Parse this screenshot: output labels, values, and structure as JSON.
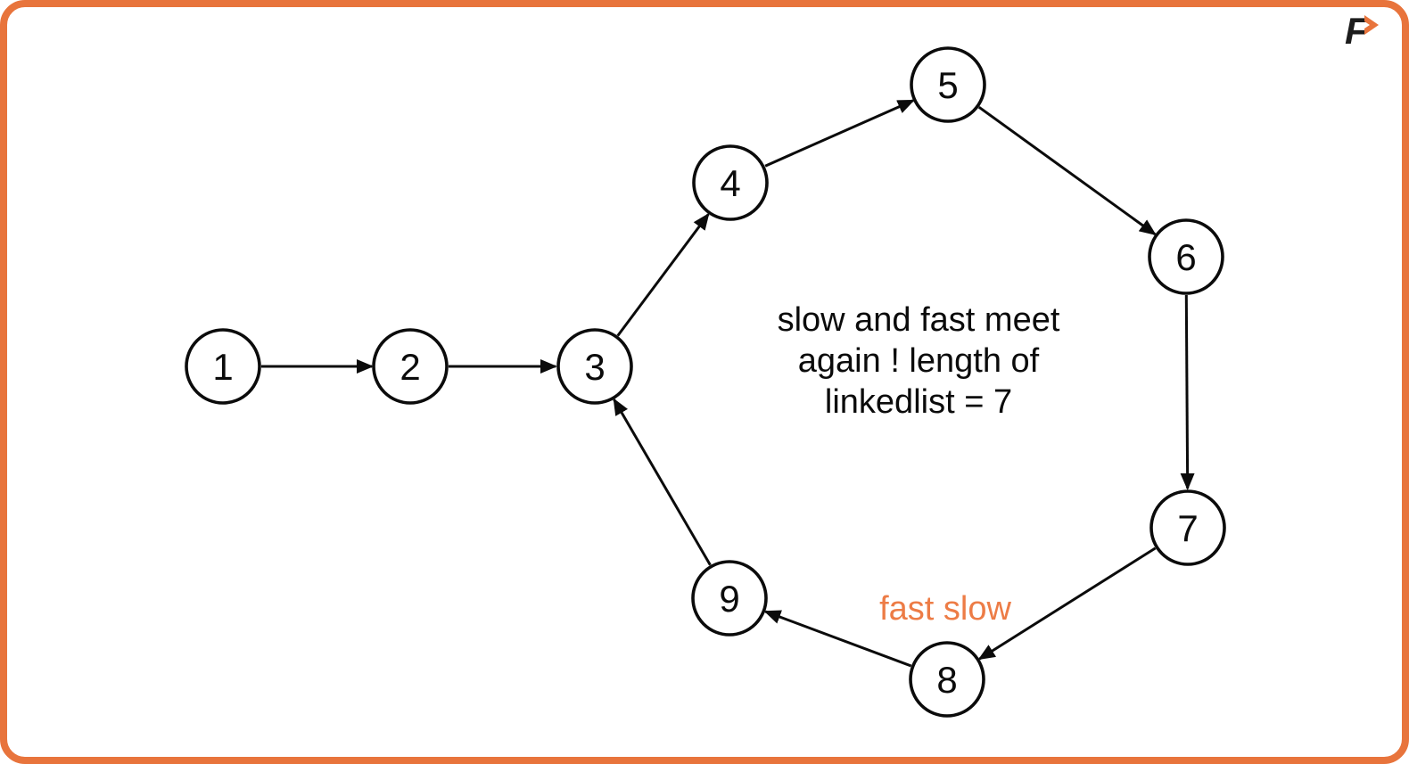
{
  "page": {
    "background_color": "#ffffff",
    "frame_border_color": "#e8743c",
    "accent_color": "#ed7c46",
    "line_color": "#0b0b0b"
  },
  "logo": {
    "letter": "F",
    "chevron_icon": "forward-chevron"
  },
  "annotation": {
    "text": "slow and fast meet\nagain ! length of\nlinkedlist = 7"
  },
  "pointer_label": {
    "text": "fast slow"
  },
  "diagram": {
    "type": "linked-list-with-cycle",
    "cycle_length": 7,
    "nodes": [
      {
        "label": "1"
      },
      {
        "label": "2"
      },
      {
        "label": "3"
      },
      {
        "label": "4"
      },
      {
        "label": "5"
      },
      {
        "label": "6"
      },
      {
        "label": "7"
      },
      {
        "label": "8"
      },
      {
        "label": "9"
      }
    ],
    "edges": [
      {
        "from": "1",
        "to": "2"
      },
      {
        "from": "2",
        "to": "3"
      },
      {
        "from": "3",
        "to": "4"
      },
      {
        "from": "4",
        "to": "5"
      },
      {
        "from": "5",
        "to": "6"
      },
      {
        "from": "6",
        "to": "7"
      },
      {
        "from": "7",
        "to": "8"
      },
      {
        "from": "8",
        "to": "9"
      },
      {
        "from": "9",
        "to": "3"
      }
    ]
  }
}
